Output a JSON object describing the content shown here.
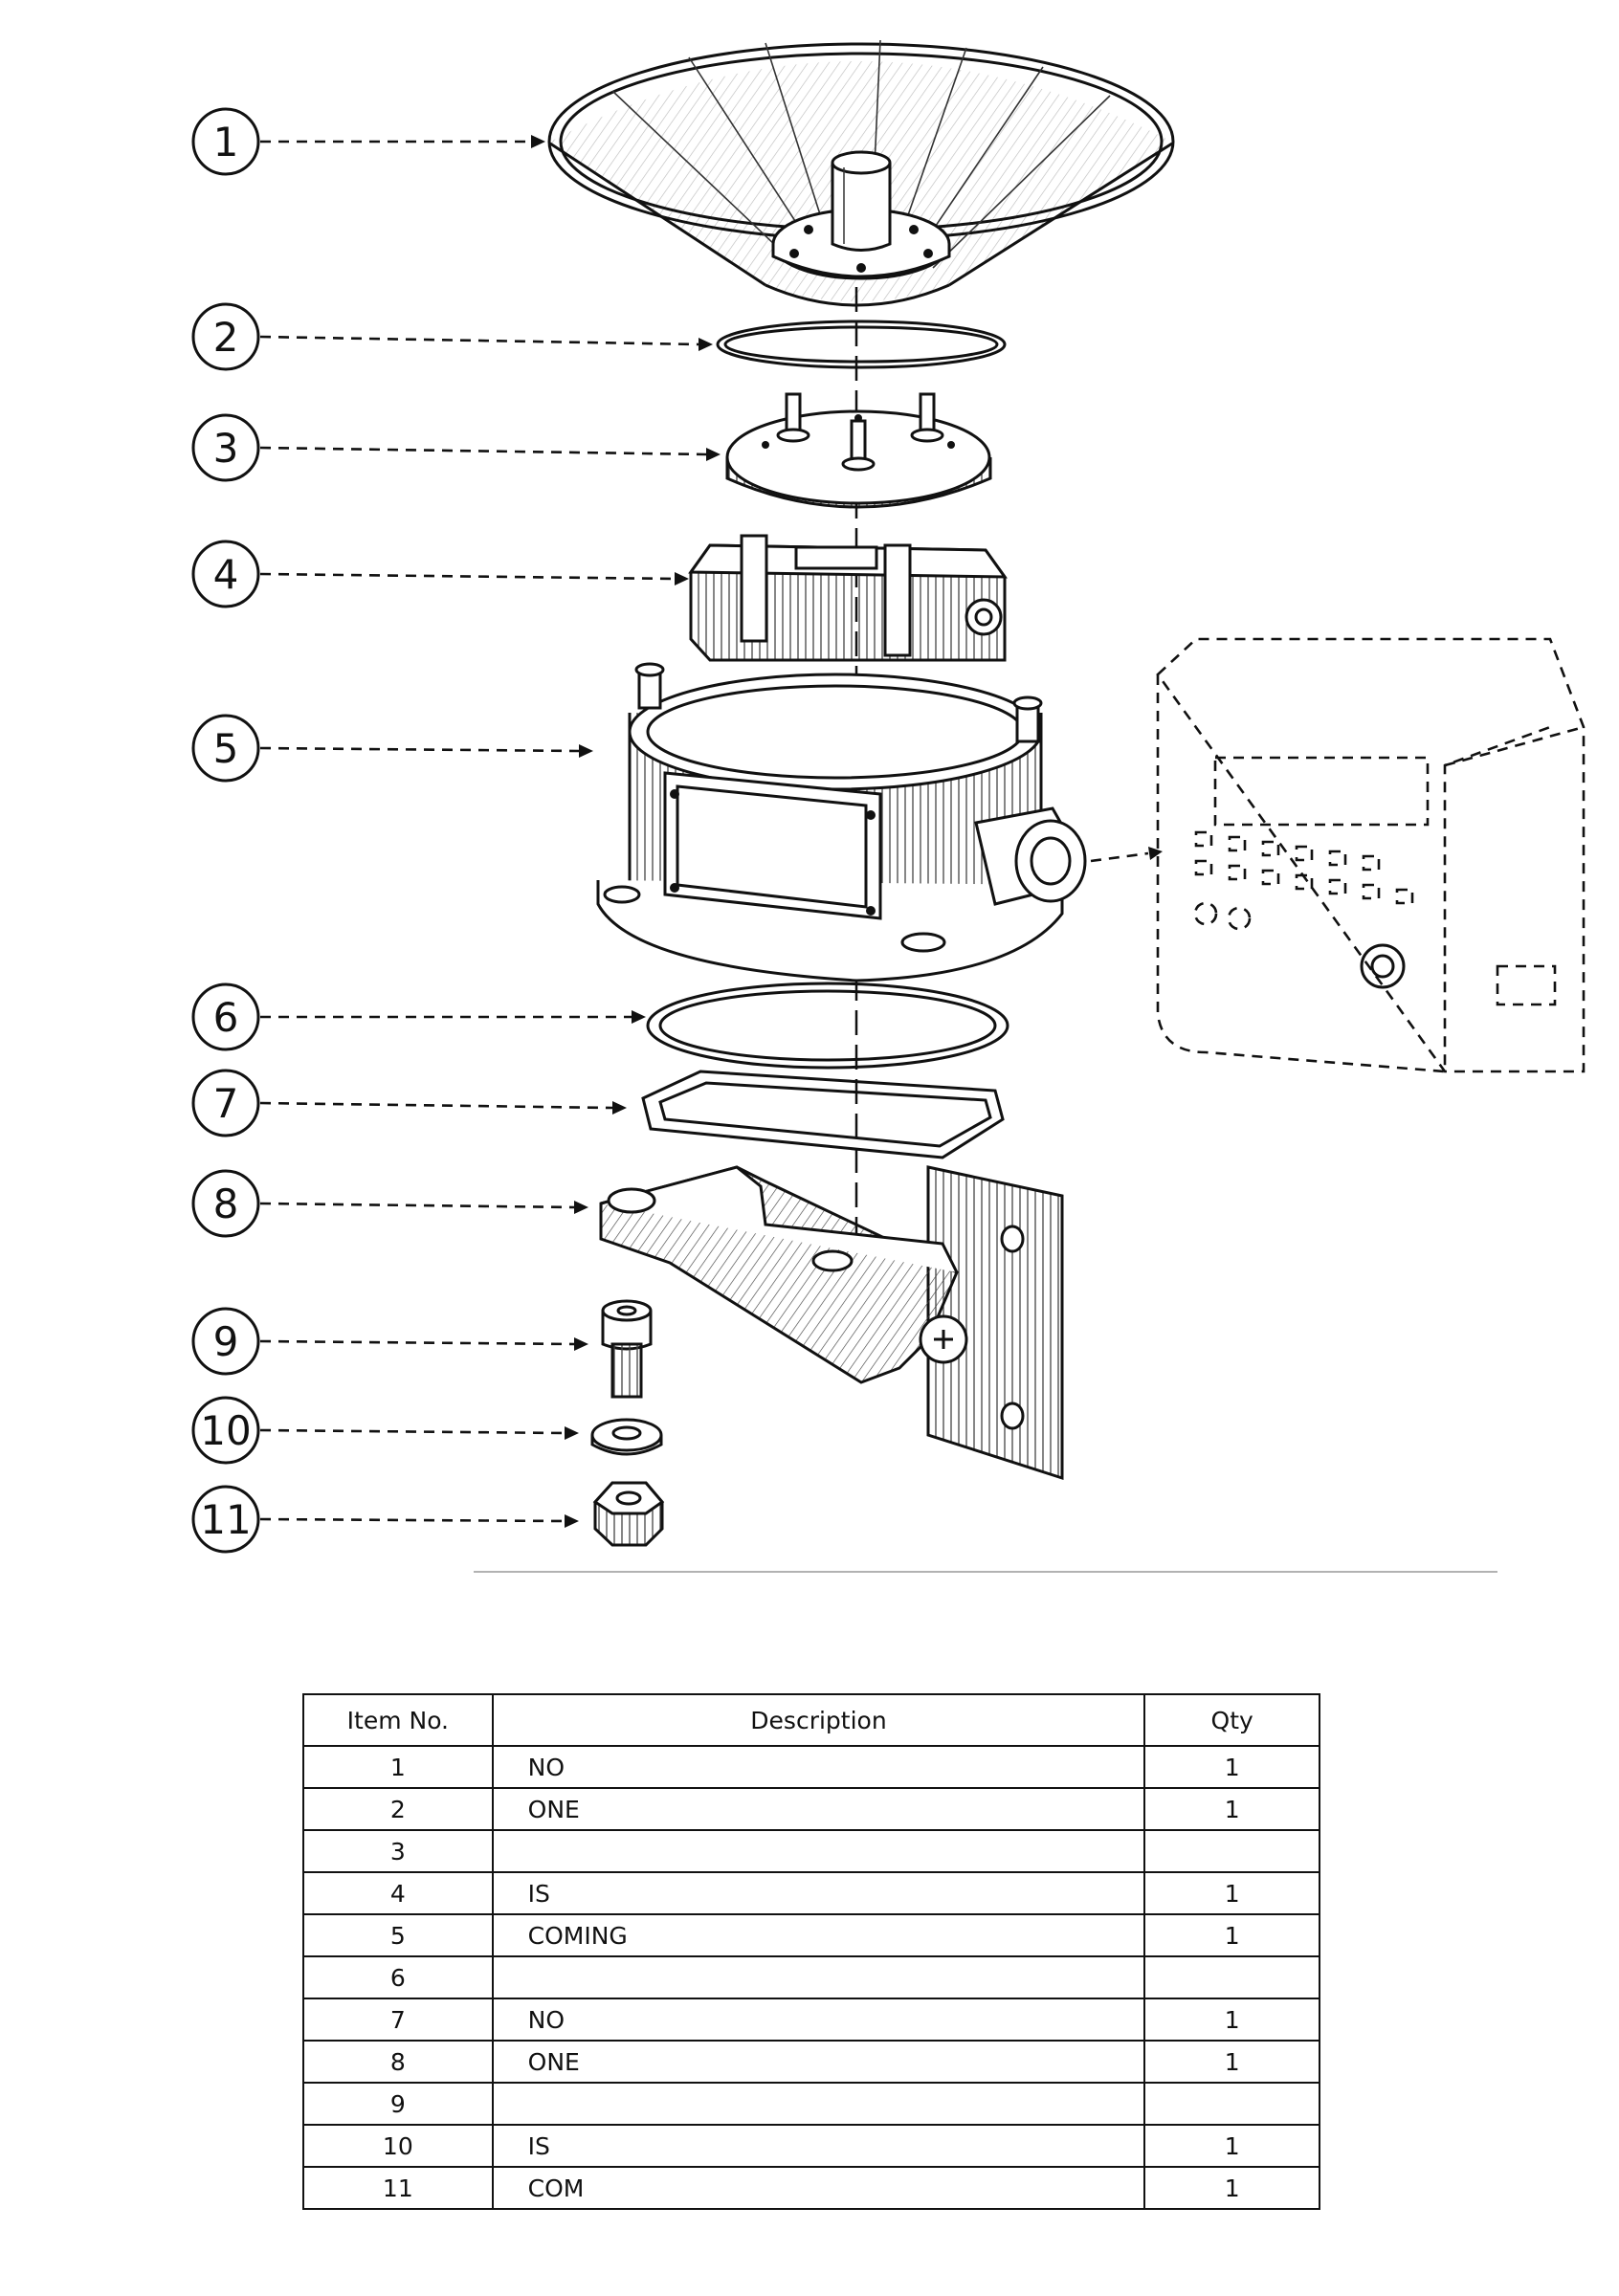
{
  "callouts": [
    "1",
    "2",
    "3",
    "4",
    "5",
    "6",
    "7",
    "8",
    "9",
    "10",
    "11"
  ],
  "bom": {
    "headers": [
      "Item No.",
      "Description",
      "Qty"
    ],
    "rows": [
      {
        "item": "1",
        "desc": "NO",
        "qty": "1"
      },
      {
        "item": "2",
        "desc": "ONE",
        "qty": "1"
      },
      {
        "item": "3",
        "desc": "",
        "qty": ""
      },
      {
        "item": "4",
        "desc": "IS",
        "qty": "1"
      },
      {
        "item": "5",
        "desc": "COMING",
        "qty": "1"
      },
      {
        "item": "6",
        "desc": "",
        "qty": ""
      },
      {
        "item": "7",
        "desc": "NO",
        "qty": "1"
      },
      {
        "item": "8",
        "desc": "ONE",
        "qty": "1"
      },
      {
        "item": "9",
        "desc": "",
        "qty": ""
      },
      {
        "item": "10",
        "desc": "IS",
        "qty": "1"
      },
      {
        "item": "11",
        "desc": "COM",
        "qty": "1"
      }
    ]
  }
}
